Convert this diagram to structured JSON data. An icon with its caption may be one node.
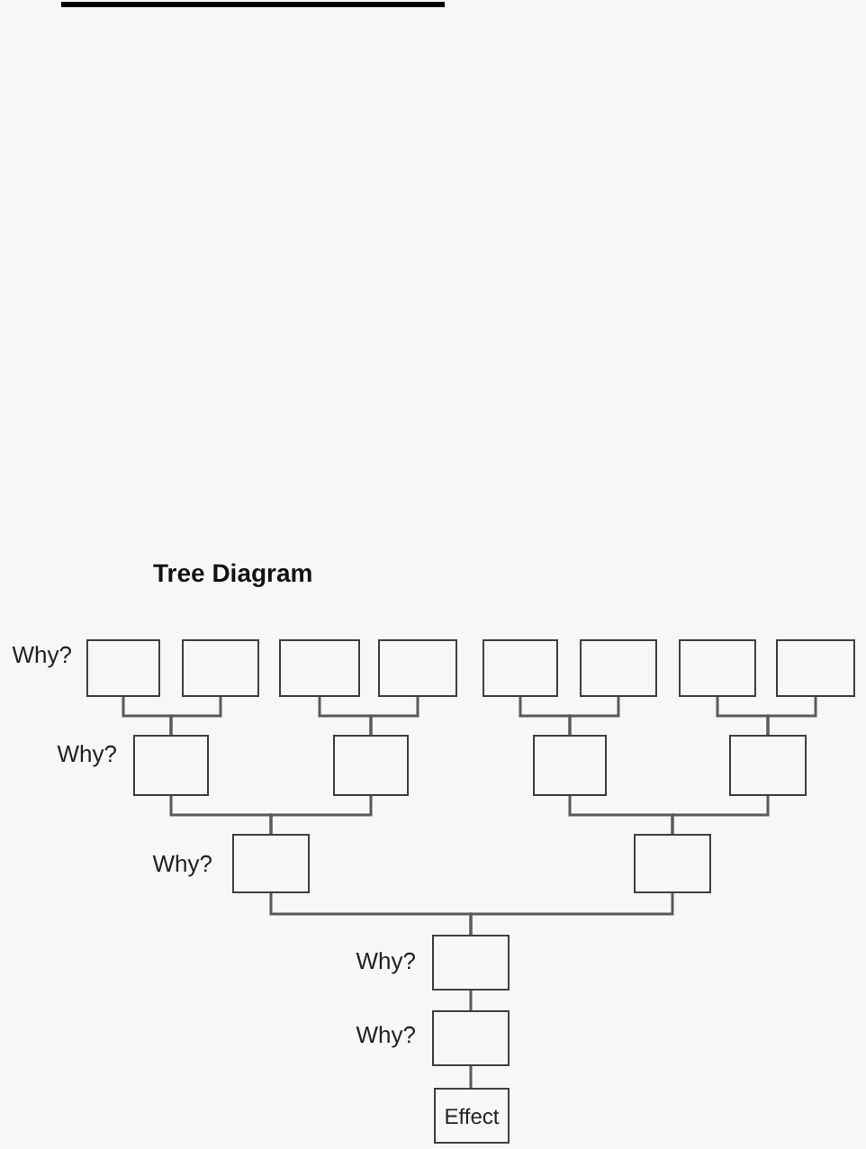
{
  "diagram": {
    "title": "Tree Diagram",
    "nodes": [
      {
        "text": [],
        "shape": "box",
        "beside": [
          "Why?"
        ]
      },
      {
        "text": [],
        "shape": "box"
      },
      {
        "text": [],
        "shape": "box"
      },
      {
        "text": [],
        "shape": "box"
      },
      {
        "text": [],
        "shape": "box"
      },
      {
        "text": [],
        "shape": "box"
      },
      {
        "text": [],
        "shape": "box"
      },
      {
        "text": [],
        "shape": "box"
      },
      {
        "text": [],
        "shape": "box",
        "beside": [
          "Why?"
        ]
      },
      {
        "text": [],
        "shape": "box"
      },
      {
        "text": [],
        "shape": "box"
      },
      {
        "text": [],
        "shape": "box"
      },
      {
        "text": [],
        "shape": "box",
        "beside": [
          "Why?"
        ]
      },
      {
        "text": [],
        "shape": "box"
      },
      {
        "text": [],
        "shape": "box",
        "beside": [
          "Why?"
        ]
      },
      {
        "text": [],
        "shape": "box",
        "beside": [
          "Why?"
        ]
      },
      {
        "text": [
          "Effect"
        ]
      }
    ],
    "edges": [
      {
        "from": 0,
        "to": 8,
        "arrow": "none"
      },
      {
        "from": 1,
        "to": 8,
        "arrow": "none"
      },
      {
        "from": 2,
        "to": 9,
        "arrow": "none"
      },
      {
        "from": 3,
        "to": 9,
        "arrow": "none"
      },
      {
        "from": 4,
        "to": 10,
        "arrow": "none"
      },
      {
        "from": 5,
        "to": 10,
        "arrow": "none"
      },
      {
        "from": 6,
        "to": 11,
        "arrow": "none"
      },
      {
        "from": 7,
        "to": 11,
        "arrow": "none"
      },
      {
        "from": 8,
        "to": 12,
        "arrow": "none"
      },
      {
        "from": 9,
        "to": 12,
        "arrow": "none"
      },
      {
        "from": 10,
        "to": 13,
        "arrow": "none"
      },
      {
        "from": 11,
        "to": 13,
        "arrow": "none"
      },
      {
        "from": 12,
        "to": 14,
        "arrow": "none"
      },
      {
        "from": 13,
        "to": 14,
        "arrow": "none"
      },
      {
        "from": 14,
        "to": 15,
        "arrow": "none"
      },
      {
        "from": 15,
        "to": 16,
        "arrow": "none"
      }
    ]
  }
}
